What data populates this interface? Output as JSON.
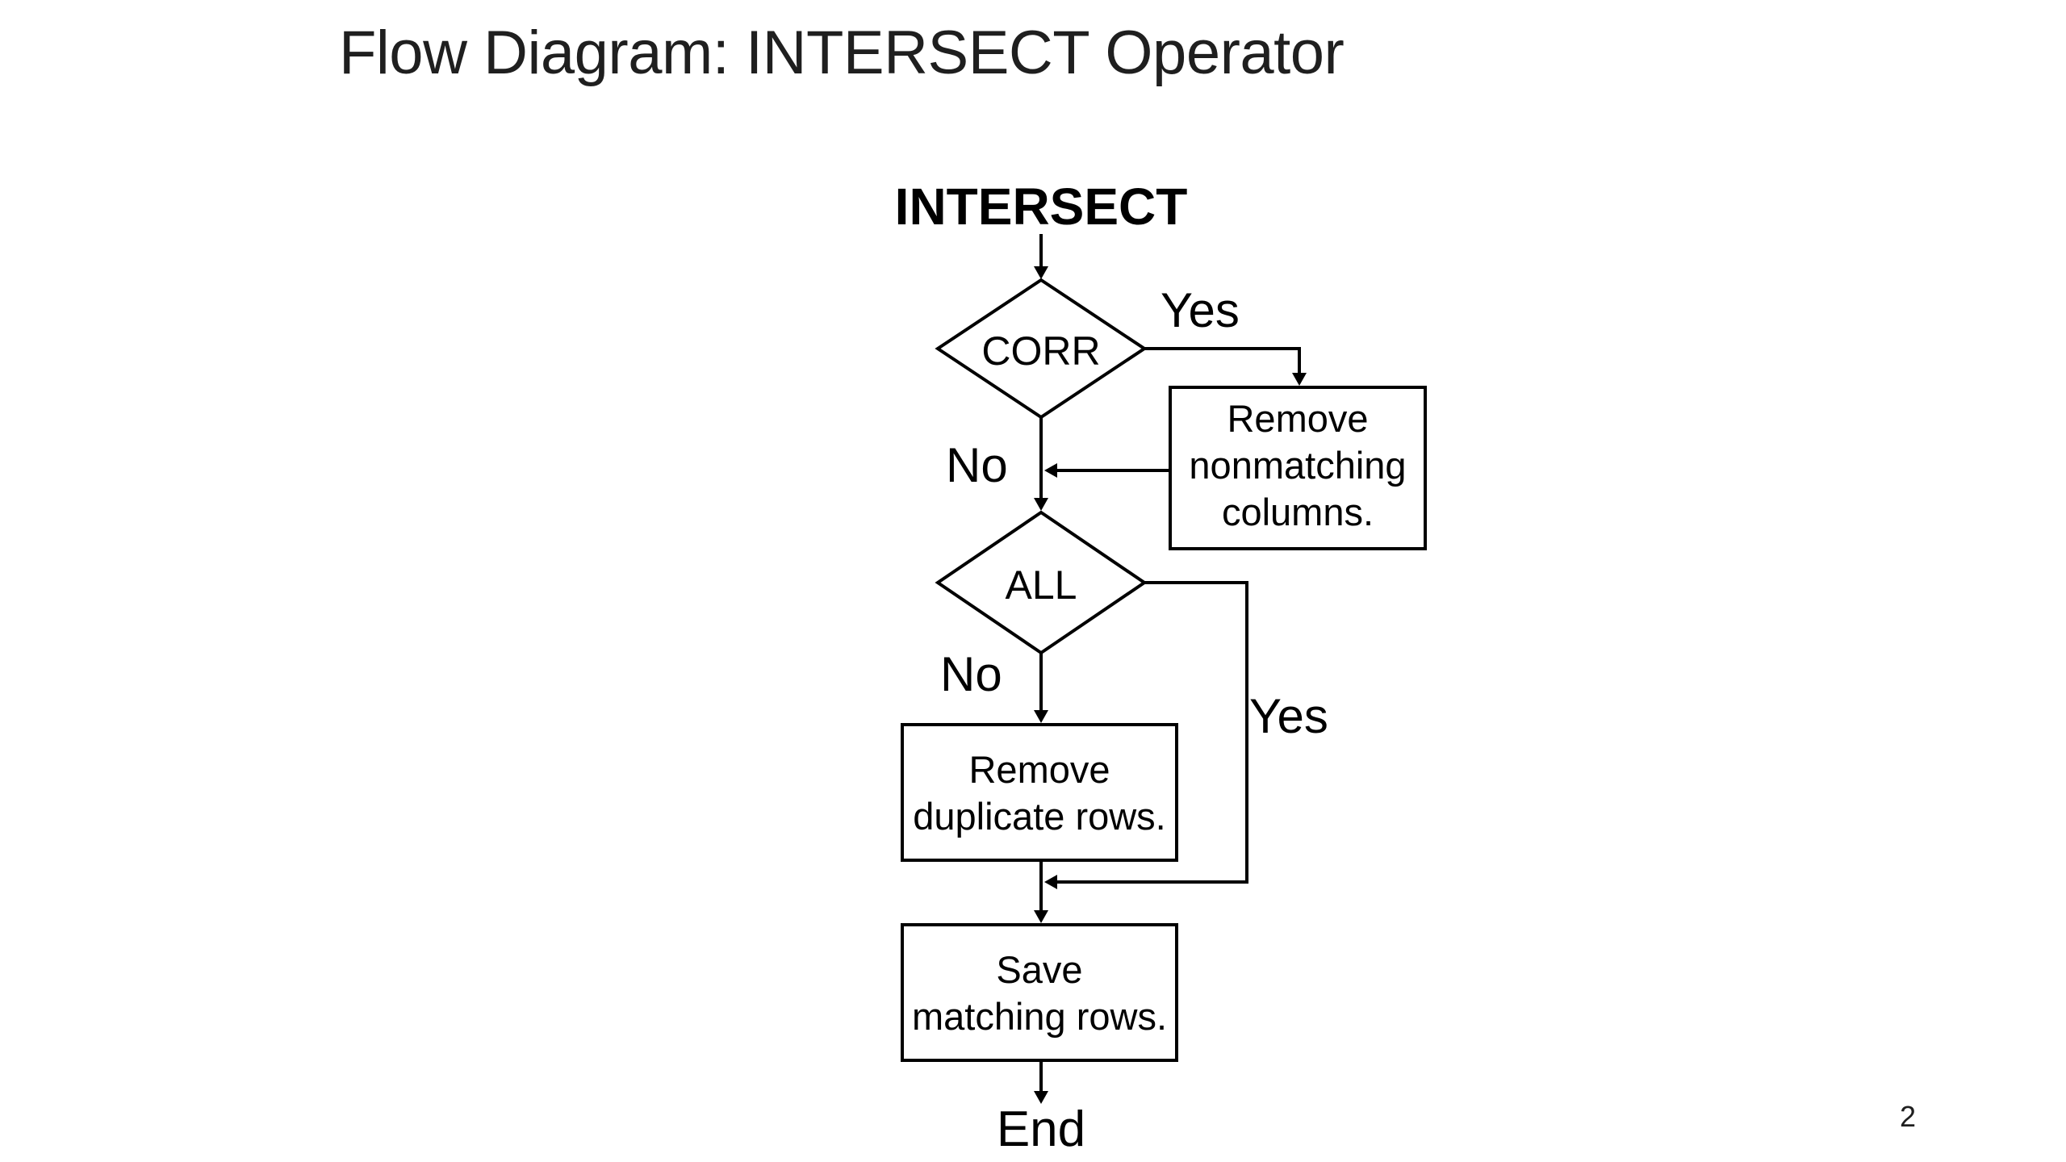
{
  "slide": {
    "title": "Flow Diagram: INTERSECT Operator",
    "page_number": "2"
  },
  "diagram": {
    "start_label": "INTERSECT",
    "corr_decision": {
      "label": "CORR",
      "yes": "Yes",
      "no": "No"
    },
    "remove_columns": {
      "lines": [
        "Remove",
        "nonmatching",
        "columns."
      ]
    },
    "all_decision": {
      "label": "ALL",
      "yes": "Yes",
      "no": "No"
    },
    "remove_duplicates": {
      "lines": [
        "Remove",
        "duplicate rows."
      ]
    },
    "save_matching": {
      "lines": [
        "Save",
        "matching rows."
      ]
    },
    "end_label": "End"
  }
}
